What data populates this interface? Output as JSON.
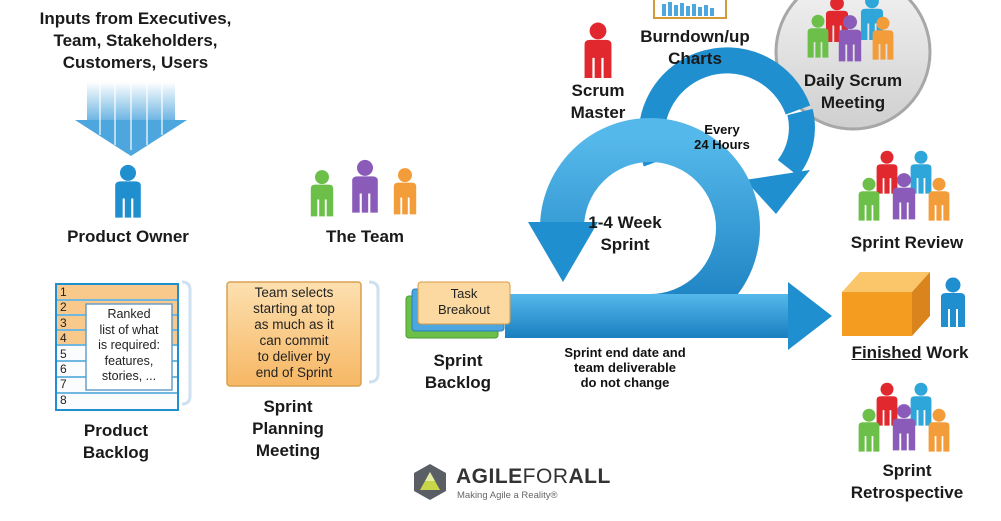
{
  "inputs": {
    "lines": [
      "Inputs from Executives,",
      "Team, Stakeholders,",
      "Customers, Users"
    ]
  },
  "product_owner": {
    "label": "Product Owner"
  },
  "the_team": {
    "label": "The Team"
  },
  "scrum_master": {
    "lines": [
      "Scrum",
      "Master"
    ]
  },
  "burndown": {
    "lines": [
      "Burndown/up",
      "Charts"
    ]
  },
  "daily_scrum": {
    "lines": [
      "Daily Scrum",
      "Meeting"
    ]
  },
  "every24": {
    "lines": [
      "Every",
      "24 Hours"
    ]
  },
  "sprint_cycle": {
    "lines": [
      "1-4 Week",
      "Sprint"
    ]
  },
  "product_backlog": {
    "numbers": [
      "1",
      "2",
      "3",
      "4",
      "5",
      "6",
      "7",
      "8"
    ],
    "card_lines": [
      "Ranked",
      "list of what",
      "is required:",
      "features,",
      "stories, ..."
    ],
    "lines": [
      "Product",
      "Backlog"
    ]
  },
  "sprint_planning": {
    "card_lines": [
      "Team selects",
      "starting at top",
      "as much as it",
      "can commit",
      "to deliver by",
      "end of Sprint"
    ],
    "lines": [
      "Sprint",
      "Planning",
      "Meeting"
    ]
  },
  "sprint_backlog": {
    "card_lines": [
      "Task",
      "Breakout"
    ],
    "lines": [
      "Sprint",
      "Backlog"
    ]
  },
  "sprint_note": {
    "lines": [
      "Sprint end date and",
      "team deliverable",
      "do not change"
    ]
  },
  "sprint_review": {
    "label": "Sprint Review"
  },
  "finished": {
    "emph": "Finished",
    "rest": " Work"
  },
  "sprint_retro": {
    "lines": [
      "Sprint",
      "Retrospective"
    ]
  },
  "logo": {
    "brand_a": "AGILE",
    "brand_b": "FOR",
    "brand_c": "ALL",
    "tagline": "Making Agile a Reality®"
  },
  "colors": {
    "blue": "#1f8fd0",
    "green": "#6cc04a",
    "purple": "#8a5bb8",
    "orange": "#f39c3a",
    "red": "#e0282e",
    "cyan": "#2ea6da"
  }
}
